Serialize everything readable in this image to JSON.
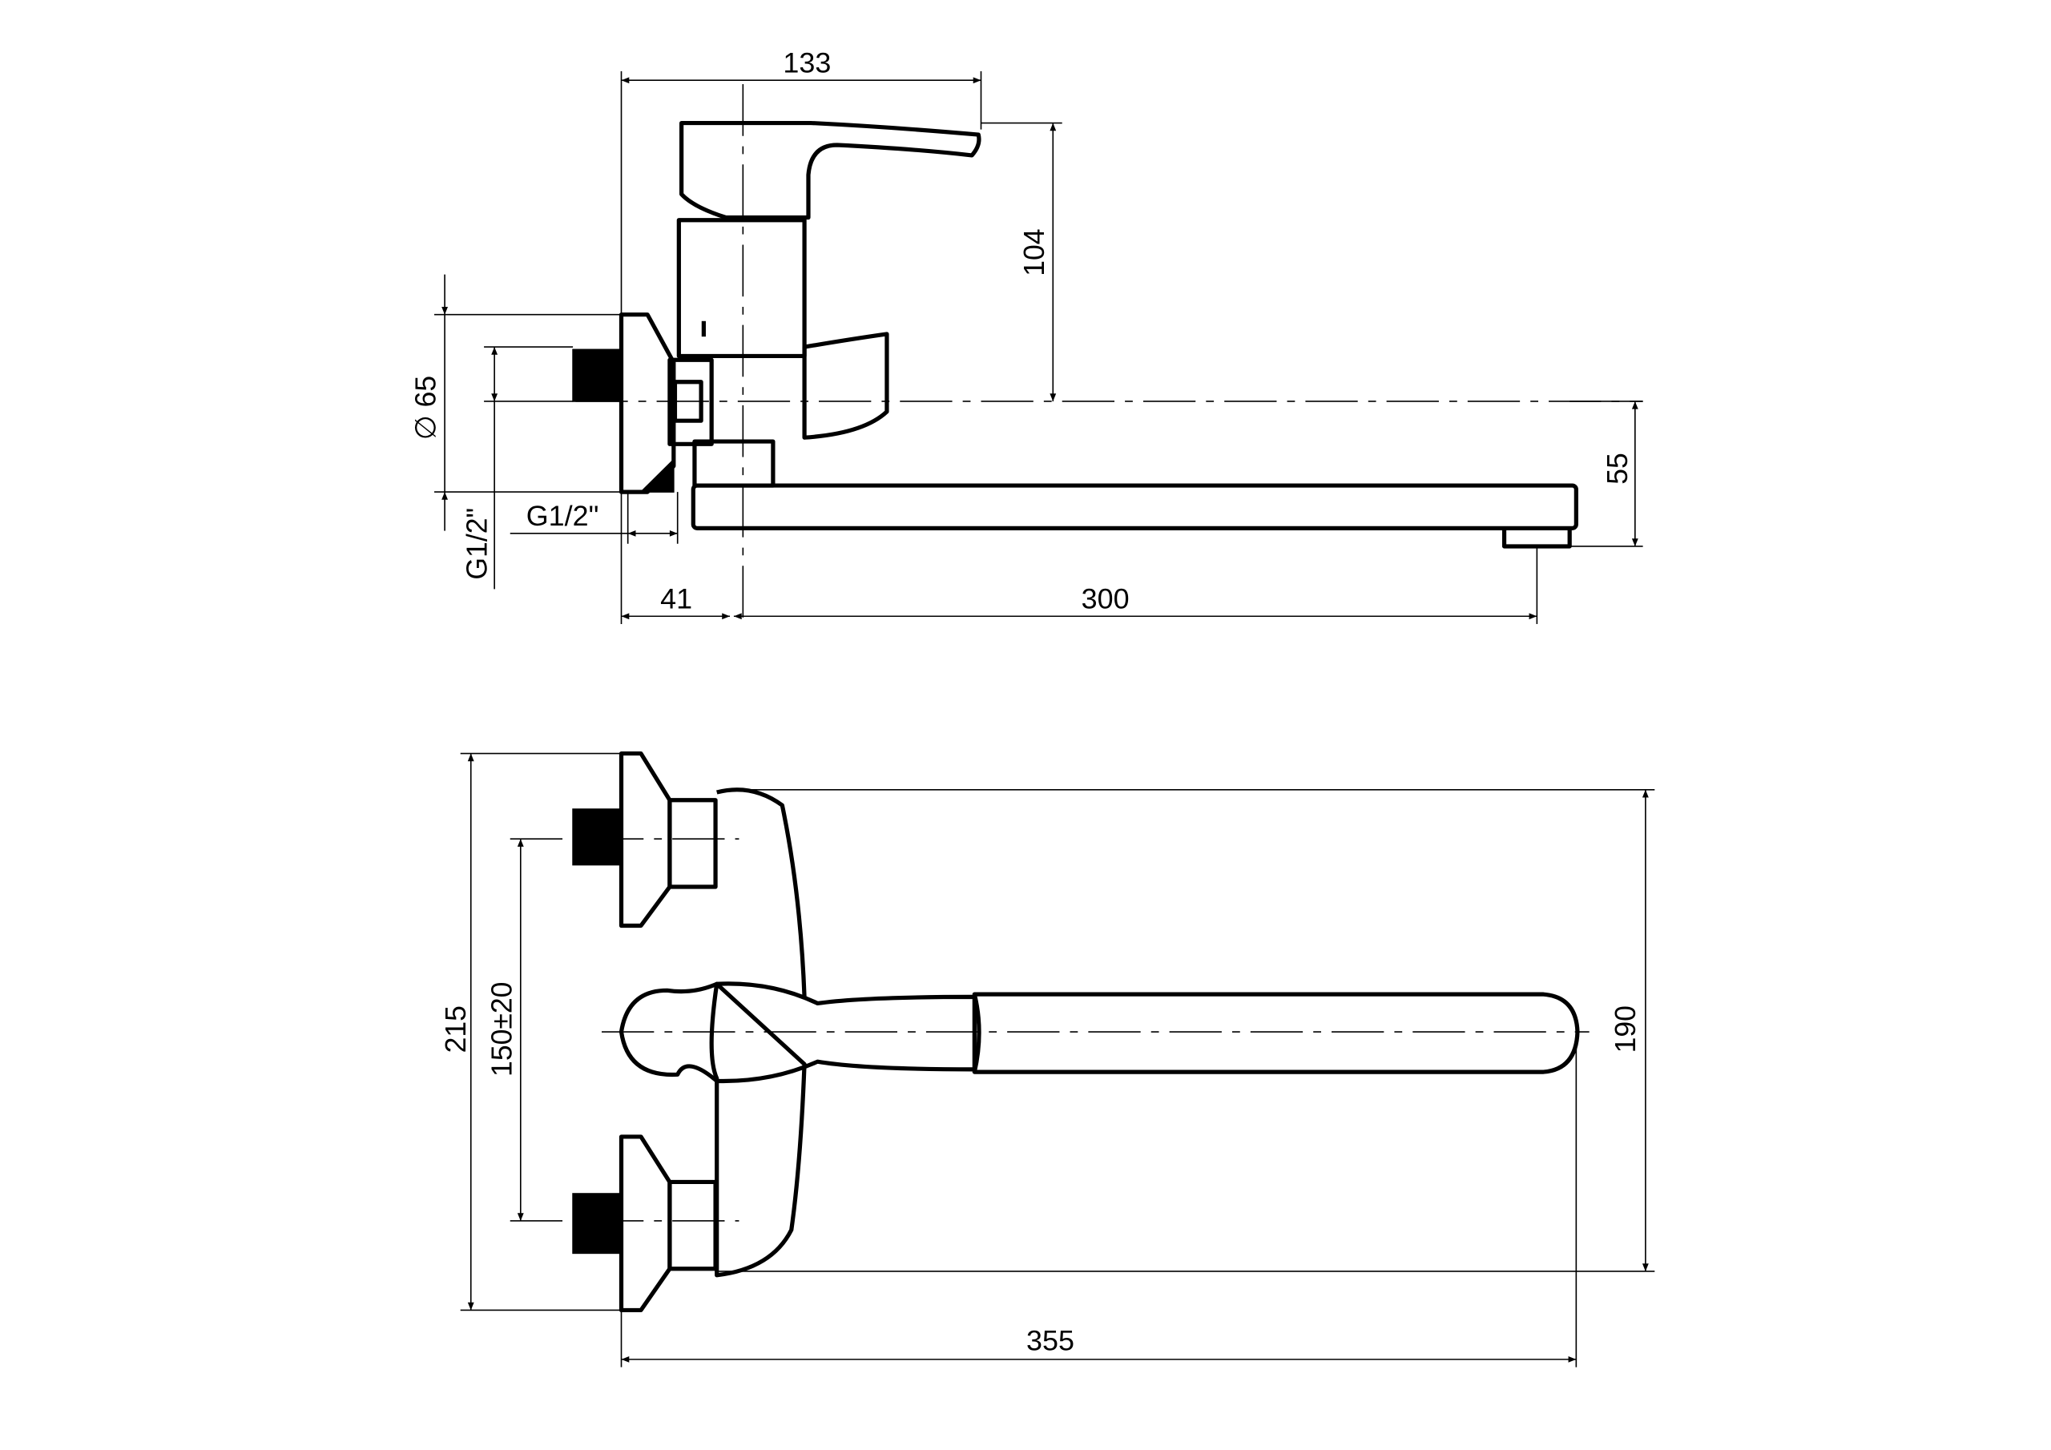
{
  "side_view": {
    "dim_width_top": "133",
    "dim_handle_height": "104",
    "dim_flange_diameter": "∅ 65",
    "dim_thread_vertical": "G1/2\"",
    "dim_thread_horizontal": "G1/2\"",
    "dim_spout_height": "55",
    "dim_wall_offset": "41",
    "dim_spout_reach": "300"
  },
  "front_view": {
    "dim_total_height": "215",
    "dim_inlet_spacing": "150±20",
    "dim_body_height": "190",
    "dim_total_width": "355"
  }
}
